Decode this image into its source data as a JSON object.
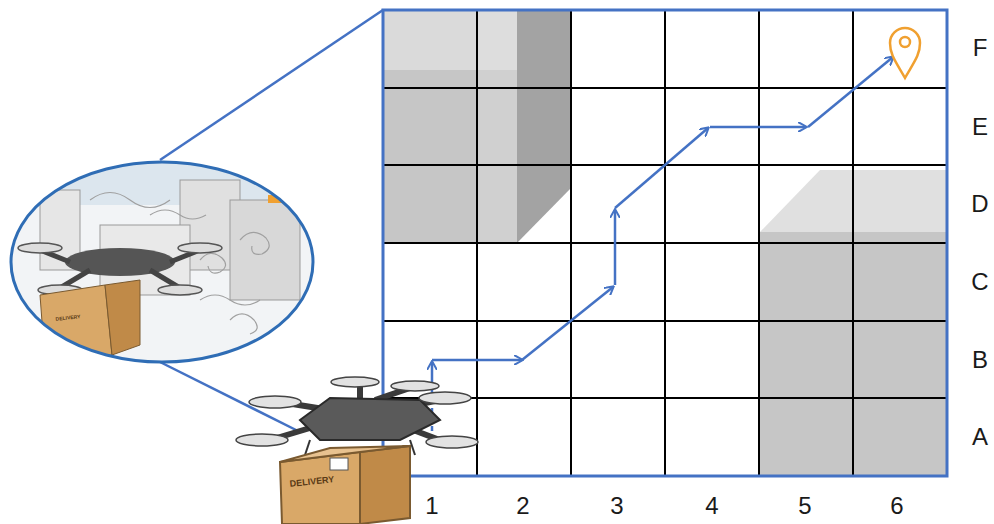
{
  "diagram": {
    "labels": [
      "F",
      "E",
      "D",
      "C",
      "B",
      "A",
      "1",
      "2",
      "3",
      "4",
      "5",
      "6",
      "DELIVERY",
      "DELIVERY"
    ]
  }
}
